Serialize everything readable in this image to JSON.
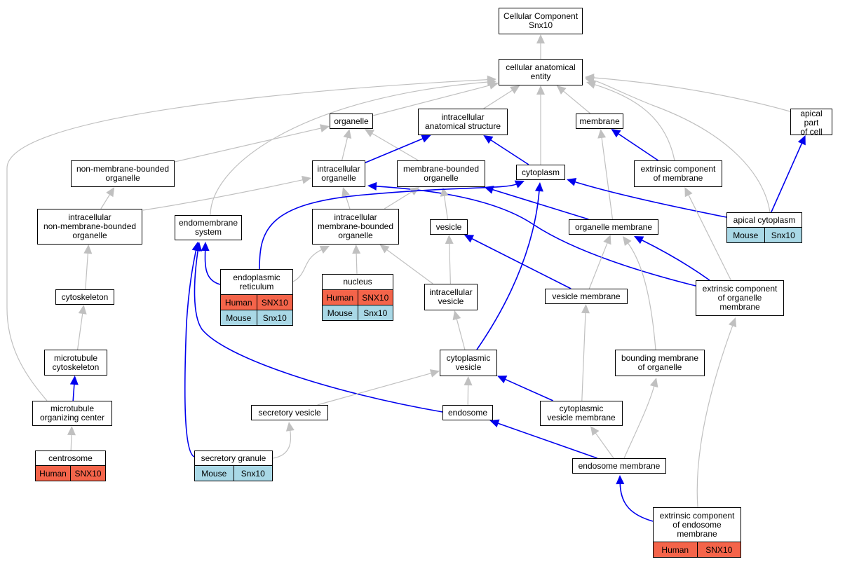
{
  "colors": {
    "is_a_edge": "#c0c0c0",
    "part_of_edge": "#0000ee",
    "human_row": "#f4644a",
    "mouse_row": "#a9d8e6"
  },
  "nodes": {
    "root": {
      "label": "Cellular Component\nSnx10"
    },
    "cae": {
      "label": "cellular anatomical\nentity"
    },
    "organelle": {
      "label": "organelle"
    },
    "ias": {
      "label": "intracellular\nanatomical structure"
    },
    "membrane": {
      "label": "membrane"
    },
    "apical_part": {
      "label": "apical part\nof cell"
    },
    "nmbo": {
      "label": "non-membrane-bounded\norganelle"
    },
    "io": {
      "label": "intracellular\norganelle"
    },
    "mbo": {
      "label": "membrane-bounded\norganelle"
    },
    "cytoplasm": {
      "label": "cytoplasm"
    },
    "ecm": {
      "label": "extrinsic component\nof membrane"
    },
    "inmbo": {
      "label": "intracellular\nnon-membrane-bounded\norganelle"
    },
    "endomembrane": {
      "label": "endomembrane\nsystem"
    },
    "imbo": {
      "label": "intracellular\nmembrane-bounded\norganelle"
    },
    "vesicle": {
      "label": "vesicle"
    },
    "organelle_membrane": {
      "label": "organelle membrane"
    },
    "apical_cytoplasm": {
      "label": "apical cytoplasm",
      "rows": [
        {
          "species": "Mouse",
          "gene": "Snx10"
        }
      ]
    },
    "er": {
      "label": "endoplasmic\nreticulum",
      "rows": [
        {
          "species": "Human",
          "gene": "SNX10"
        },
        {
          "species": "Mouse",
          "gene": "Snx10"
        }
      ]
    },
    "nucleus": {
      "label": "nucleus",
      "rows": [
        {
          "species": "Human",
          "gene": "SNX10"
        },
        {
          "species": "Mouse",
          "gene": "Snx10"
        }
      ]
    },
    "ivesicle": {
      "label": "intracellular\nvesicle"
    },
    "vesicle_membrane": {
      "label": "vesicle membrane"
    },
    "ecom": {
      "label": "extrinsic component\nof organelle\nmembrane"
    },
    "cytoskeleton": {
      "label": "cytoskeleton"
    },
    "mtc": {
      "label": "microtubule\ncytoskeleton"
    },
    "cvesicle": {
      "label": "cytoplasmic\nvesicle"
    },
    "bmo": {
      "label": "bounding membrane\nof organelle"
    },
    "mtoc": {
      "label": "microtubule\norganizing center"
    },
    "secretory_vesicle": {
      "label": "secretory vesicle"
    },
    "endosome": {
      "label": "endosome"
    },
    "cvm": {
      "label": "cytoplasmic\nvesicle membrane"
    },
    "centrosome": {
      "label": "centrosome",
      "rows": [
        {
          "species": "Human",
          "gene": "SNX10"
        }
      ]
    },
    "secretory_granule": {
      "label": "secretory granule",
      "rows": [
        {
          "species": "Mouse",
          "gene": "Snx10"
        }
      ]
    },
    "endosome_membrane": {
      "label": "endosome membrane"
    },
    "ecem": {
      "label": "extrinsic component\nof endosome\nmembrane",
      "rows": [
        {
          "species": "Human",
          "gene": "SNX10"
        }
      ]
    }
  },
  "edges": [
    {
      "from": "cae",
      "to": "root",
      "type": "is_a"
    },
    {
      "from": "organelle",
      "to": "cae",
      "type": "is_a"
    },
    {
      "from": "ias",
      "to": "cae",
      "type": "is_a"
    },
    {
      "from": "membrane",
      "to": "cae",
      "type": "is_a"
    },
    {
      "from": "apical_part",
      "to": "cae",
      "type": "is_a"
    },
    {
      "from": "cytoplasm",
      "to": "cae",
      "type": "is_a"
    },
    {
      "from": "endomembrane",
      "to": "cae",
      "type": "is_a"
    },
    {
      "from": "mtoc",
      "to": "cae",
      "type": "is_a"
    },
    {
      "from": "ecm",
      "to": "cae",
      "type": "is_a"
    },
    {
      "from": "apical_cytoplasm",
      "to": "cae",
      "type": "is_a"
    },
    {
      "from": "nmbo",
      "to": "organelle",
      "type": "is_a"
    },
    {
      "from": "io",
      "to": "organelle",
      "type": "is_a"
    },
    {
      "from": "mbo",
      "to": "organelle",
      "type": "is_a"
    },
    {
      "from": "io",
      "to": "ias",
      "type": "part_of"
    },
    {
      "from": "cytoplasm",
      "to": "ias",
      "type": "part_of"
    },
    {
      "from": "ecm",
      "to": "membrane",
      "type": "part_of"
    },
    {
      "from": "organelle_membrane",
      "to": "membrane",
      "type": "is_a"
    },
    {
      "from": "apical_cytoplasm",
      "to": "apical_part",
      "type": "part_of"
    },
    {
      "from": "inmbo",
      "to": "nmbo",
      "type": "is_a"
    },
    {
      "from": "inmbo",
      "to": "io",
      "type": "is_a"
    },
    {
      "from": "imbo",
      "to": "io",
      "type": "is_a"
    },
    {
      "from": "ecom",
      "to": "io",
      "type": "part_of"
    },
    {
      "from": "imbo",
      "to": "mbo",
      "type": "is_a"
    },
    {
      "from": "vesicle",
      "to": "mbo",
      "type": "is_a"
    },
    {
      "from": "organelle_membrane",
      "to": "mbo",
      "type": "part_of"
    },
    {
      "from": "er",
      "to": "cytoplasm",
      "type": "part_of"
    },
    {
      "from": "cvesicle",
      "to": "cytoplasm",
      "type": "part_of"
    },
    {
      "from": "apical_cytoplasm",
      "to": "cytoplasm",
      "type": "part_of"
    },
    {
      "from": "ecom",
      "to": "ecm",
      "type": "is_a"
    },
    {
      "from": "cytoskeleton",
      "to": "inmbo",
      "type": "is_a"
    },
    {
      "from": "er",
      "to": "endomembrane",
      "type": "part_of"
    },
    {
      "from": "endosome",
      "to": "endomembrane",
      "type": "part_of"
    },
    {
      "from": "secretory_granule",
      "to": "endomembrane",
      "type": "part_of"
    },
    {
      "from": "er",
      "to": "imbo",
      "type": "is_a"
    },
    {
      "from": "nucleus",
      "to": "imbo",
      "type": "is_a"
    },
    {
      "from": "ivesicle",
      "to": "imbo",
      "type": "is_a"
    },
    {
      "from": "ivesicle",
      "to": "vesicle",
      "type": "is_a"
    },
    {
      "from": "vesicle_membrane",
      "to": "vesicle",
      "type": "part_of"
    },
    {
      "from": "vesicle_membrane",
      "to": "organelle_membrane",
      "type": "is_a"
    },
    {
      "from": "ecom",
      "to": "organelle_membrane",
      "type": "part_of"
    },
    {
      "from": "bmo",
      "to": "organelle_membrane",
      "type": "is_a"
    },
    {
      "from": "cvesicle",
      "to": "ivesicle",
      "type": "is_a"
    },
    {
      "from": "cvm",
      "to": "vesicle_membrane",
      "type": "is_a"
    },
    {
      "from": "ecem",
      "to": "ecom",
      "type": "is_a"
    },
    {
      "from": "mtc",
      "to": "cytoskeleton",
      "type": "is_a"
    },
    {
      "from": "mtoc",
      "to": "mtc",
      "type": "part_of"
    },
    {
      "from": "secretory_vesicle",
      "to": "cvesicle",
      "type": "is_a"
    },
    {
      "from": "endosome",
      "to": "cvesicle",
      "type": "is_a"
    },
    {
      "from": "cvm",
      "to": "cvesicle",
      "type": "part_of"
    },
    {
      "from": "endosome_membrane",
      "to": "bmo",
      "type": "is_a"
    },
    {
      "from": "endosome_membrane",
      "to": "endosome",
      "type": "part_of"
    },
    {
      "from": "endosome_membrane",
      "to": "cvm",
      "type": "is_a"
    },
    {
      "from": "centrosome",
      "to": "mtoc",
      "type": "is_a"
    },
    {
      "from": "secretory_granule",
      "to": "secretory_vesicle",
      "type": "is_a"
    },
    {
      "from": "ecem",
      "to": "endosome_membrane",
      "type": "part_of"
    }
  ]
}
